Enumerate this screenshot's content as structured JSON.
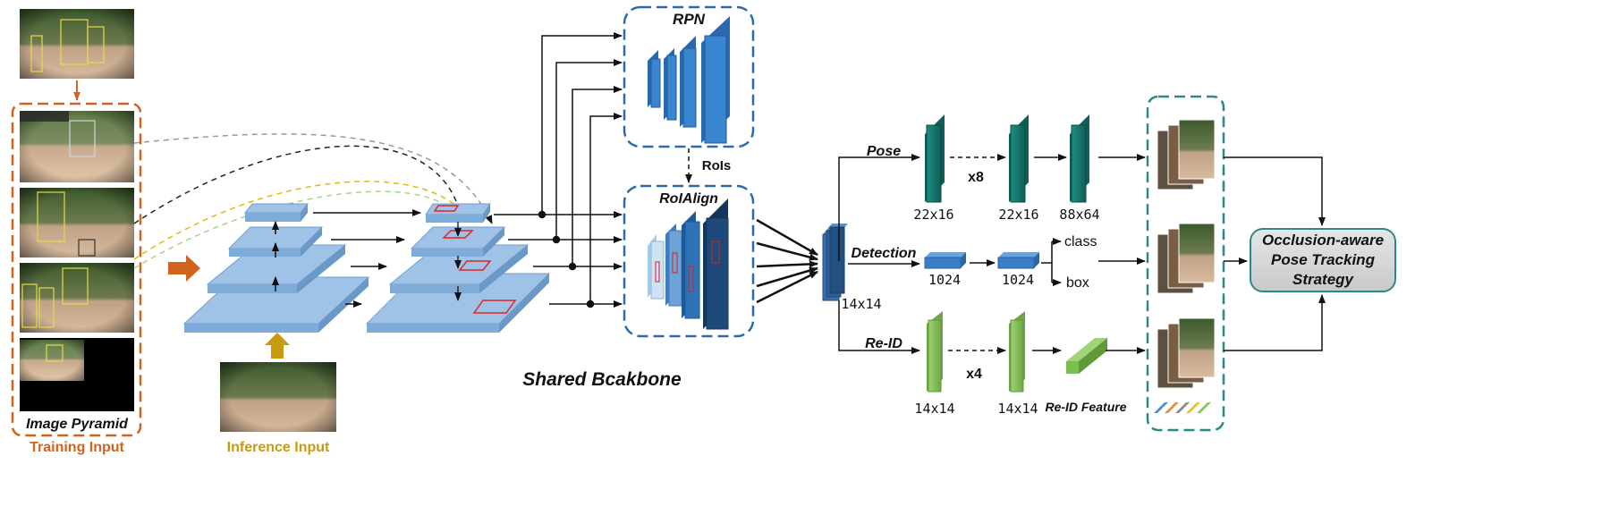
{
  "labels": {
    "rpn": "RPN",
    "rois": "RoIs",
    "roialign": "RoIAlign",
    "shared_backbone": "Shared Bcakbone",
    "image_pyramid": "Image Pyramid",
    "training_input": "Training Input",
    "inference_input": "Inference Input",
    "pose": "Pose",
    "detection": "Detection",
    "reid": "Re-ID",
    "x8": "x8",
    "x4": "x4",
    "class": "class",
    "box": "box",
    "reid_feature": "Re-ID Feature",
    "strategy_line1": "Occlusion-aware",
    "strategy_line2": "Pose Tracking",
    "strategy_line3": "Strategy"
  },
  "dims": {
    "roi_feat": "14x14",
    "pose1": "22x16",
    "pose2": "22x16",
    "pose3": "88x64",
    "det1": "1024",
    "det2": "1024",
    "reid1": "14x14",
    "reid2": "14x14"
  },
  "colors": {
    "orange": "#d0641e",
    "gold": "#c89a12",
    "blue_dash": "#2e6aa8",
    "teal_dash": "#2a8a84",
    "teal": "#157a70",
    "blue": "#3a7fc4",
    "navy": "#1f4d7a",
    "green": "#86c45a",
    "pyramid": "#9fc3e6"
  },
  "icons": {
    "training_arrow": "right-arrow-icon",
    "inference_arrow": "up-arrow-icon"
  }
}
